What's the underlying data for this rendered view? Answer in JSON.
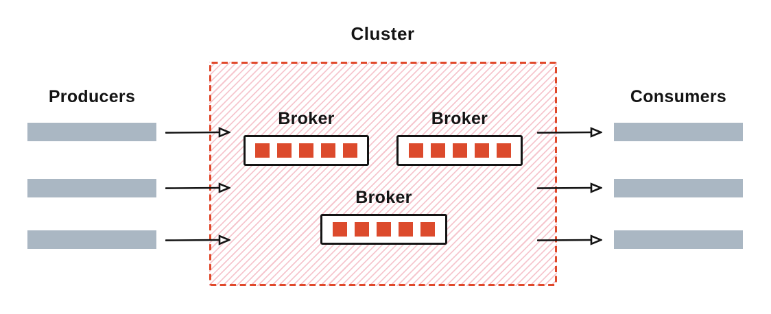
{
  "title": "Cluster",
  "producers": {
    "label": "Producers",
    "count": 3
  },
  "consumers": {
    "label": "Consumers",
    "count": 3
  },
  "brokers": [
    {
      "label": "Broker",
      "partitions": 5
    },
    {
      "label": "Broker",
      "partitions": 5
    },
    {
      "label": "Broker",
      "partitions": 5
    }
  ],
  "colors": {
    "accent": "#e0492b",
    "partition": "#dc4a2c",
    "bar": "#aab7c3",
    "hatch": "#f6c6ce",
    "ink": "#141414"
  }
}
